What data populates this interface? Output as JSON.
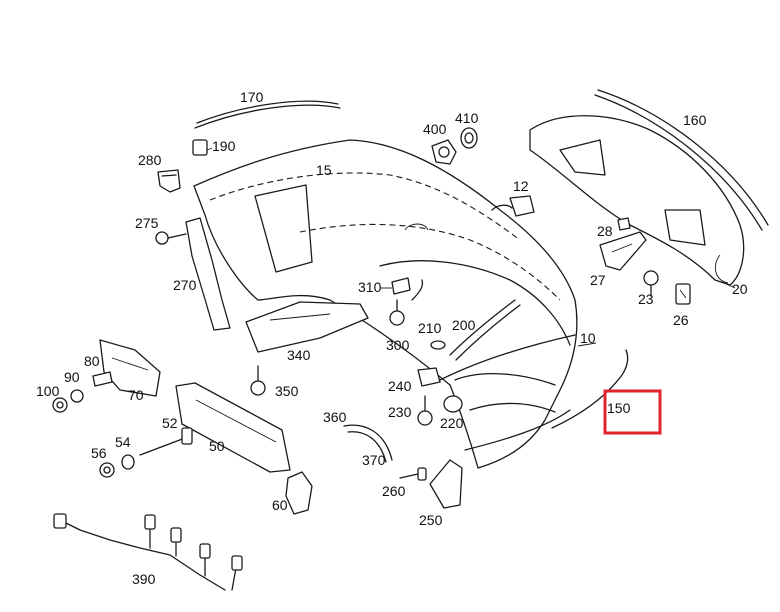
{
  "diagram": {
    "highlight_color": "#e0242c",
    "highlighted_part": "150",
    "labels": {
      "p170": "170",
      "p190": "190",
      "p280": "280",
      "p15": "15",
      "p400": "400",
      "p410": "410",
      "p160": "160",
      "p12": "12",
      "p275": "275",
      "p28": "28",
      "p270": "270",
      "p310": "310",
      "p27": "27",
      "p23": "23",
      "p20": "20",
      "p26": "26",
      "p210": "210",
      "p200": "200",
      "p340": "340",
      "p300": "300",
      "p10": "10",
      "p90": "90",
      "p80": "80",
      "p100": "100",
      "p70": "70",
      "p350": "350",
      "p240": "240",
      "p150": "150",
      "p230": "230",
      "p220": "220",
      "p52": "52",
      "p360": "360",
      "p54": "54",
      "p50": "50",
      "p56": "56",
      "p370": "370",
      "p260": "260",
      "p60": "60",
      "p250": "250",
      "p390": "390"
    }
  }
}
